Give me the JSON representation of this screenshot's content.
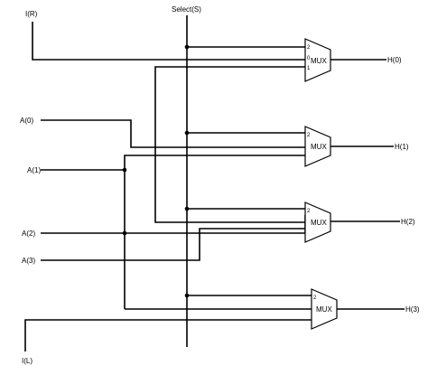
{
  "select_label": "Select(S)",
  "inputs": {
    "ir": "I(R)",
    "il": "I(L)",
    "a0": "A(0)",
    "a1": "A(1)",
    "a2": "A(2)",
    "a3": "A(3)"
  },
  "outputs": [
    "H(0)",
    "H(1)",
    "H(2)",
    "H(3)"
  ],
  "mux_label": "MUX",
  "mux0_pins": [
    "2",
    "0",
    "1"
  ],
  "mux_pin_top": "2"
}
